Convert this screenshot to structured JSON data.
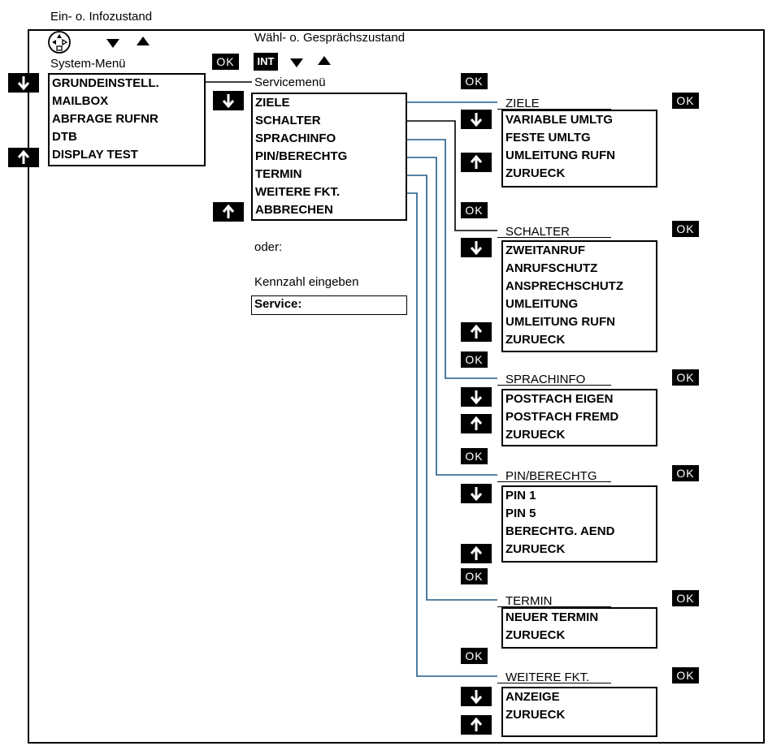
{
  "header": {
    "ein_info": "Ein- o. Infozustand",
    "waehl": "Wähl- o. Gesprächszustand",
    "system_menu": "System-Menü",
    "int": "INT"
  },
  "ok_label": "OK",
  "system_menu_items": [
    "GRUNDEINSTELL.",
    "MAILBOX",
    "ABFRAGE RUFNR",
    "DTB",
    "DISPLAY TEST"
  ],
  "service": {
    "title": "Servicemenü",
    "items": [
      "ZIELE",
      "SCHALTER",
      "SPRACHINFO",
      "PIN/BERECHTG",
      "TERMIN",
      "WEITERE FKT.",
      "ABBRECHEN"
    ],
    "oder": "oder:",
    "kennzahl": "Kennzahl eingeben",
    "service_field": "Service:"
  },
  "submenus": {
    "ziele": {
      "title": "ZIELE",
      "items": [
        "VARIABLE UMLTG",
        "FESTE UMLTG",
        "UMLEITUNG RUFN",
        "ZURUECK"
      ]
    },
    "schalter": {
      "title": "SCHALTER",
      "items": [
        "ZWEITANRUF",
        "ANRUFSCHUTZ",
        "ANSPRECHSCHUTZ",
        "UMLEITUNG",
        "UMLEITUNG RUFN",
        "ZURUECK"
      ]
    },
    "sprachinfo": {
      "title": "SPRACHINFO",
      "items": [
        "POSTFACH EIGEN",
        "POSTFACH FREMD",
        "ZURUECK"
      ]
    },
    "pin": {
      "title": "PIN/BERECHTG",
      "items": [
        "PIN 1",
        "PIN 5",
        "BERECHTG. AEND",
        "ZURUECK"
      ]
    },
    "termin": {
      "title": "TERMIN",
      "items": [
        "NEUER TERMIN",
        "ZURUECK"
      ]
    },
    "weitere": {
      "title": "WEITERE FKT.",
      "items": [
        "ANZEIGE",
        "ZURUECK"
      ]
    }
  },
  "colors": {
    "connector": "#1f5a86",
    "key": "#000000"
  }
}
